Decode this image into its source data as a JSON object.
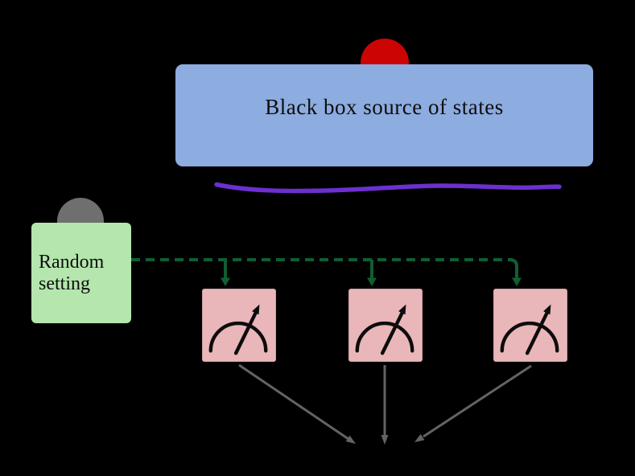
{
  "canvas": {
    "background": "#000000"
  },
  "source": {
    "label": "Black box source of states",
    "box_fill": "#8dace0",
    "dome_color": "#cc0404"
  },
  "underline": {
    "color": "#6c2fd0"
  },
  "random_setting": {
    "line1": "Random",
    "line2": "setting",
    "box_fill": "#b4e6ae",
    "dome_color": "#6f6f6f"
  },
  "control_links": {
    "color": "#0e5f31"
  },
  "detectors": {
    "fill": "#e9b6ba",
    "border_color": "#d2a0a5",
    "glyph_color": "#0c0c0c",
    "count": "3"
  },
  "output_arrows": {
    "color": "#636363"
  }
}
